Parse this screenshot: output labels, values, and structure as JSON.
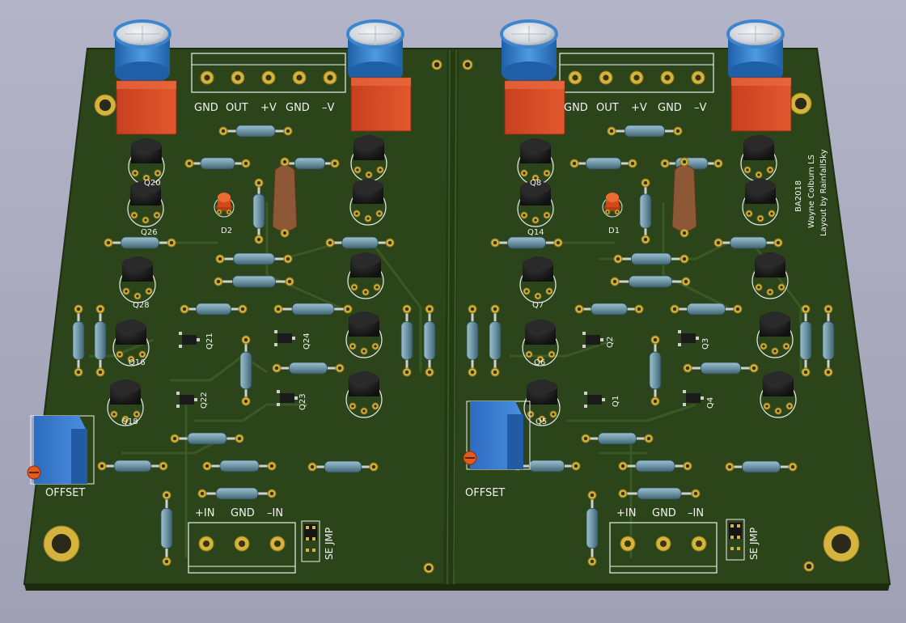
{
  "board": {
    "left": {
      "top_terminal_labels": [
        "GND",
        "OUT",
        "+V",
        "GND",
        "–V"
      ],
      "bottom_terminal_labels": [
        "+IN",
        "GND",
        "–IN"
      ],
      "offset_label": "OFFSET",
      "jumper_label": "SE JMP",
      "led_label": "D2",
      "transistor_labels": [
        "Q20",
        "Q26",
        "Q28",
        "Q16",
        "Q18",
        "Q21",
        "Q22",
        "Q23",
        "Q24"
      ]
    },
    "right": {
      "top_terminal_labels": [
        "GND",
        "OUT",
        "+V",
        "GND",
        "–V"
      ],
      "bottom_terminal_labels": [
        "+IN",
        "GND",
        "–IN"
      ],
      "offset_label": "OFFSET",
      "jumper_label": "SE JMP",
      "led_label": "D1",
      "transistor_labels": [
        "Q8",
        "Q14",
        "Q7",
        "Q6",
        "Q5",
        "Q2",
        "Q1",
        "Q3",
        "Q4"
      ]
    },
    "credits": [
      "BA2018",
      "Wayne Colburn LS",
      "Layout by Rainfall5ky"
    ],
    "colors": {
      "pcb": "#2f4a1c",
      "silkscreen": "#f2f2f2",
      "copper_pad": "#d4b43c",
      "resistor_body": "#6f96a6",
      "capacitor_blue": "#3d86cf",
      "film_cap": "#d94a2a",
      "transistor": "#1c1c1c",
      "trimmer": "#3a7bd0",
      "background": "#a8a9bd"
    }
  }
}
